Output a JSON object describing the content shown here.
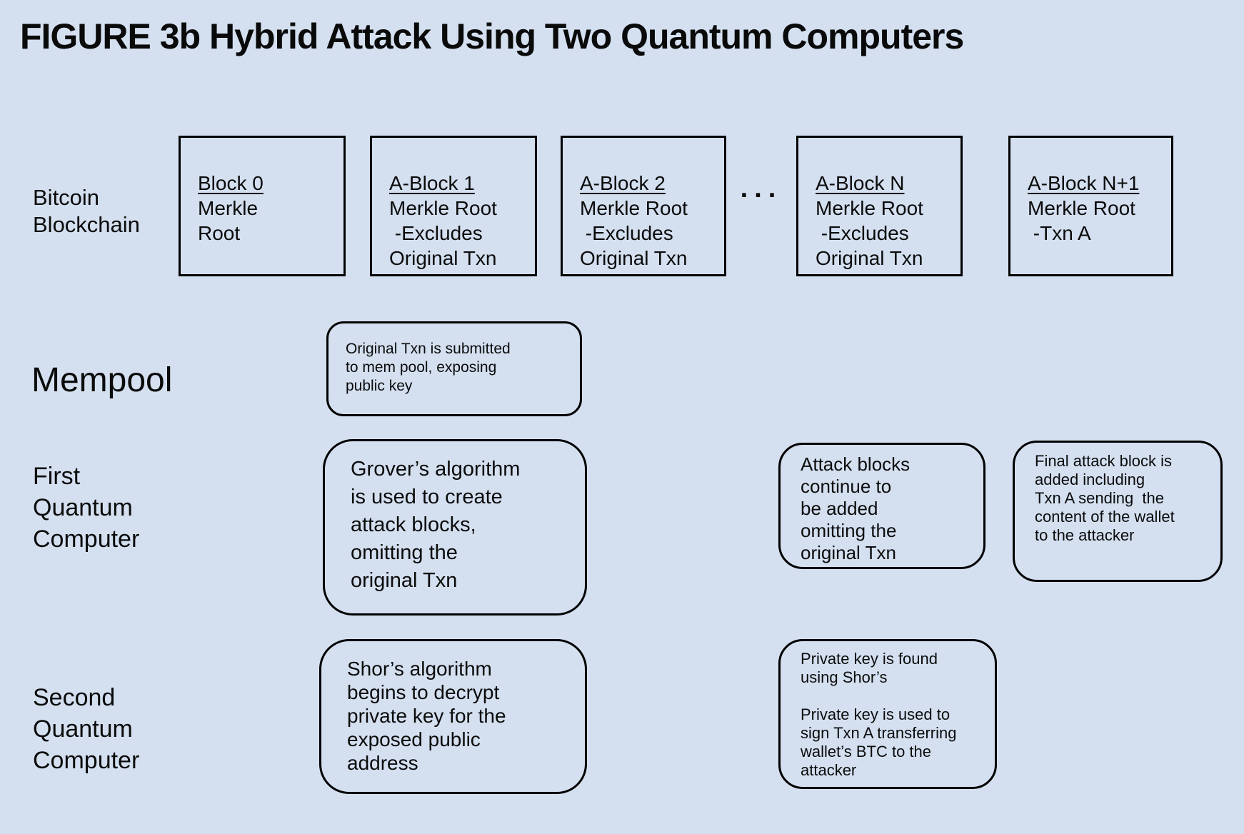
{
  "title": "FIGURE 3b Hybrid Attack Using Two Quantum Computers",
  "colors": {
    "background": "#d4e0f0",
    "line": "#000000",
    "text": "#0b0b0b"
  },
  "blockchain_row": {
    "label": "Bitcoin\nBlockchain",
    "blocks": [
      {
        "title": "Block 0",
        "body": "Merkle\nRoot"
      },
      {
        "title": "A-Block 1",
        "body": "Merkle Root\n -Excludes\nOriginal Txn"
      },
      {
        "title": "A-Block 2",
        "body": "Merkle Root\n -Excludes\nOriginal Txn"
      },
      {
        "title": "A-Block N",
        "body": "Merkle Root\n -Excludes\nOriginal Txn"
      },
      {
        "title": "A-Block N+1",
        "body": "Merkle Root\n -Txn A"
      }
    ],
    "ellipsis": "..."
  },
  "mempool_row": {
    "label": "Mempool",
    "note": "Original Txn is submitted\nto mem pool, exposing\npublic key"
  },
  "first_qc_row": {
    "label": "First\nQuantum\nComputer",
    "grover_note": "Grover’s algorithm\nis used to create\nattack blocks,\nomitting the\noriginal Txn",
    "attack_note": "Attack blocks\ncontinue to\nbe added\nomitting the\noriginal Txn",
    "final_note": "Final attack block is\nadded including\nTxn A sending  the\ncontent of the wallet\nto the attacker"
  },
  "second_qc_row": {
    "label": "Second\nQuantum\nComputer",
    "shor_note": "Shor’s algorithm\nbegins to decrypt\nprivate key for the\nexposed public\naddress",
    "private_note": "Private key is found\nusing Shor’s\n\nPrivate key is used to\nsign Txn A transferring\nwallet’s BTC to the\nattacker"
  }
}
